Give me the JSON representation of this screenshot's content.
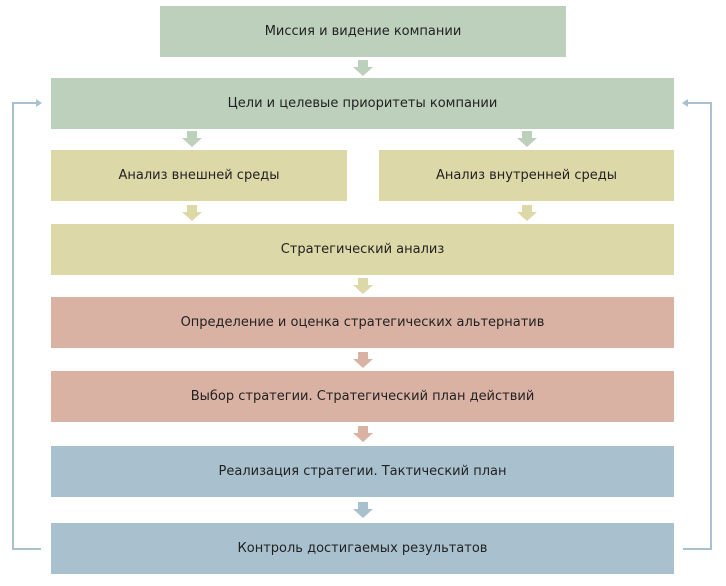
{
  "diagram": {
    "type": "flowchart",
    "nodes": [
      {
        "id": "mission",
        "label": "Миссия и видение компании",
        "color": "#bdd0bc"
      },
      {
        "id": "goals",
        "label": "Цели и целевые приоритеты компании",
        "color": "#bdd0bc"
      },
      {
        "id": "external",
        "label": "Анализ внешней среды",
        "color": "#ddd8a8"
      },
      {
        "id": "internal",
        "label": "Анализ внутренней среды",
        "color": "#ddd8a8"
      },
      {
        "id": "strategic_analysis",
        "label": "Стратегический анализ",
        "color": "#ddd8a8"
      },
      {
        "id": "alternatives",
        "label": "Определение и оценка стратегических альтернатив",
        "color": "#dab2a4"
      },
      {
        "id": "choice",
        "label": "Выбор стратегии. Стратегический план действий",
        "color": "#dab2a4"
      },
      {
        "id": "implementation",
        "label": "Реализация стратегии. Тактический план",
        "color": "#a9c1cf"
      },
      {
        "id": "control",
        "label": "Контроль достигаемых результатов",
        "color": "#a9c1cf"
      }
    ],
    "edges": [
      [
        "mission",
        "goals"
      ],
      [
        "goals",
        "external"
      ],
      [
        "goals",
        "internal"
      ],
      [
        "external",
        "strategic_analysis"
      ],
      [
        "internal",
        "strategic_analysis"
      ],
      [
        "strategic_analysis",
        "alternatives"
      ],
      [
        "alternatives",
        "choice"
      ],
      [
        "choice",
        "implementation"
      ],
      [
        "implementation",
        "control"
      ],
      [
        "control",
        "goals"
      ]
    ],
    "loop_color": "#a9c1cf"
  }
}
